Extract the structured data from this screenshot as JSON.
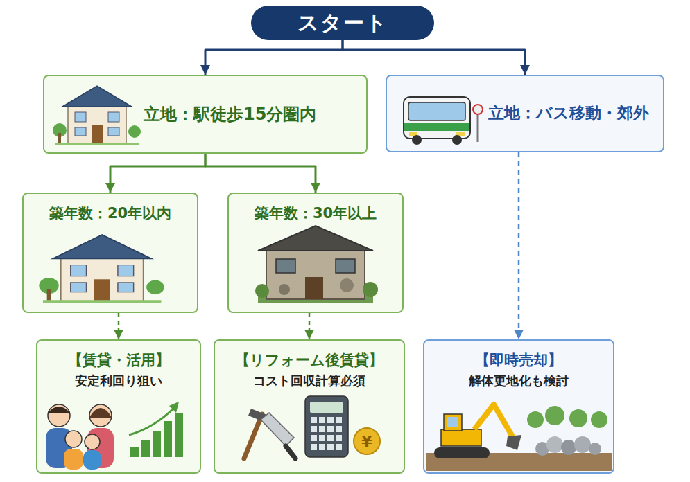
{
  "diagram": {
    "nodes": [
      {
        "text": [
          "スタート"
        ]
      },
      {
        "text": [
          "立地：駅徒歩15分圏内"
        ]
      },
      {
        "text": [
          "立地：バス移動・郊外"
        ]
      },
      {
        "text": [
          "築年数：20年以内"
        ]
      },
      {
        "text": [
          "築年数：30年以上"
        ]
      },
      {
        "text": [
          "【賃貸・活用】",
          "安定利回り狙い"
        ]
      },
      {
        "text": [
          "【リフォーム後賃貸】",
          "コスト回収計算必須"
        ]
      },
      {
        "text": [
          "【即時売却】",
          "解体更地化も検討"
        ]
      }
    ],
    "edges": [
      {
        "from": 0,
        "to": 1,
        "arrow": "to"
      },
      {
        "from": 0,
        "to": 2,
        "arrow": "to"
      },
      {
        "from": 1,
        "to": 3,
        "arrow": "to"
      },
      {
        "from": 1,
        "to": 4,
        "arrow": "to"
      },
      {
        "from": 3,
        "to": 5,
        "arrow": "to"
      },
      {
        "from": 4,
        "to": 6,
        "arrow": "to"
      },
      {
        "from": 2,
        "to": 7,
        "arrow": "to"
      }
    ],
    "labels": [
      "¥"
    ]
  }
}
